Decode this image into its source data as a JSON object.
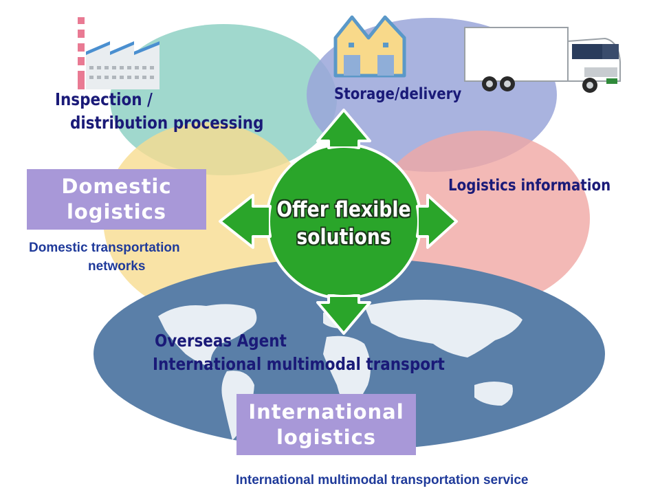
{
  "center": {
    "text": "Offer flexible\nsolutions"
  },
  "regions": {
    "inspection": {
      "label_line1": "Inspection /",
      "label_line2": "distribution processing"
    },
    "storage": {
      "label": "Storage/delivery"
    },
    "logistics_info": {
      "label": "Logistics information"
    },
    "domestic": {
      "box_label": "Domestic\nlogistics",
      "caption_line1": "Domestic transportation",
      "caption_line2": "networks"
    },
    "international": {
      "box_label": "International\nlogistics",
      "caption": "International multimodal transportation service",
      "overseas_agent": "Overseas Agent",
      "multimodal": "International multimodal transport"
    }
  },
  "colors": {
    "teal_ellipse": "#8fd1c4",
    "blue_ellipse": "#9aa6d9",
    "pink_ellipse": "#f0a8a4",
    "yellow_ellipse": "#f8dc90",
    "globe": "#5a7fa8",
    "center_green": "#2aa52a",
    "label_box": "#a898d8"
  },
  "icons": [
    "factory-icon",
    "warehouse-icon",
    "truck-icon",
    "world-map-icon"
  ]
}
